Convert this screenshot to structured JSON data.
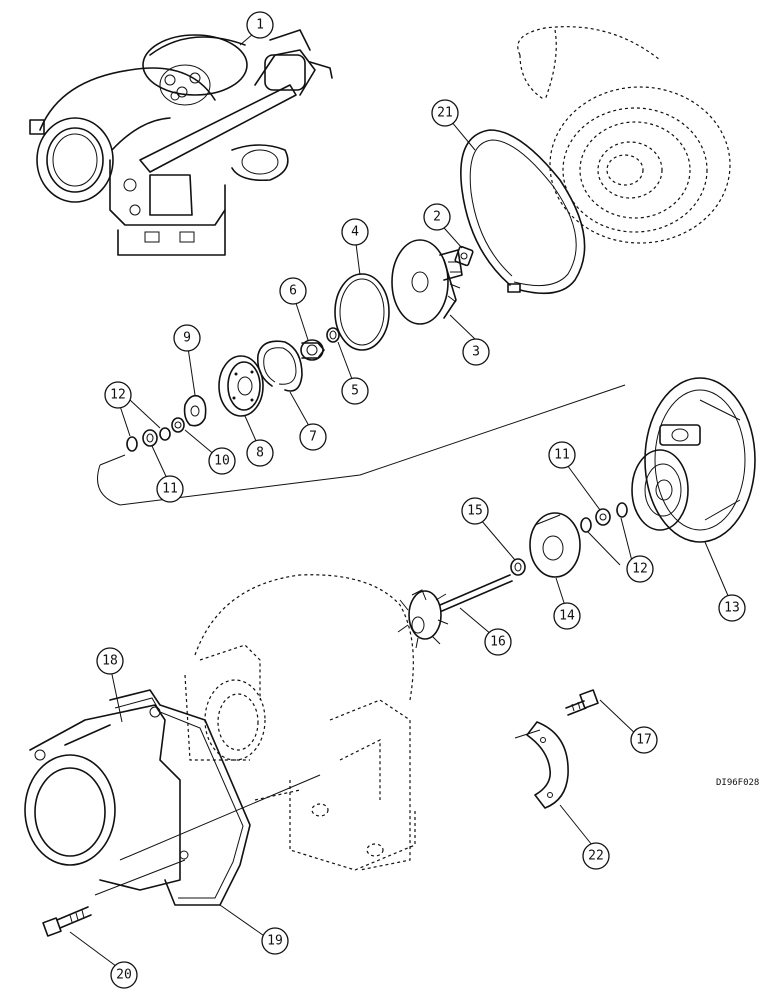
{
  "figure": {
    "code": "DI96F028"
  },
  "callouts": [
    "1",
    "2",
    "3",
    "4",
    "5",
    "6",
    "7",
    "8",
    "9",
    "10",
    "11",
    "11",
    "12",
    "12",
    "13",
    "14",
    "15",
    "16",
    "17",
    "18",
    "19",
    "20",
    "21",
    "22"
  ]
}
